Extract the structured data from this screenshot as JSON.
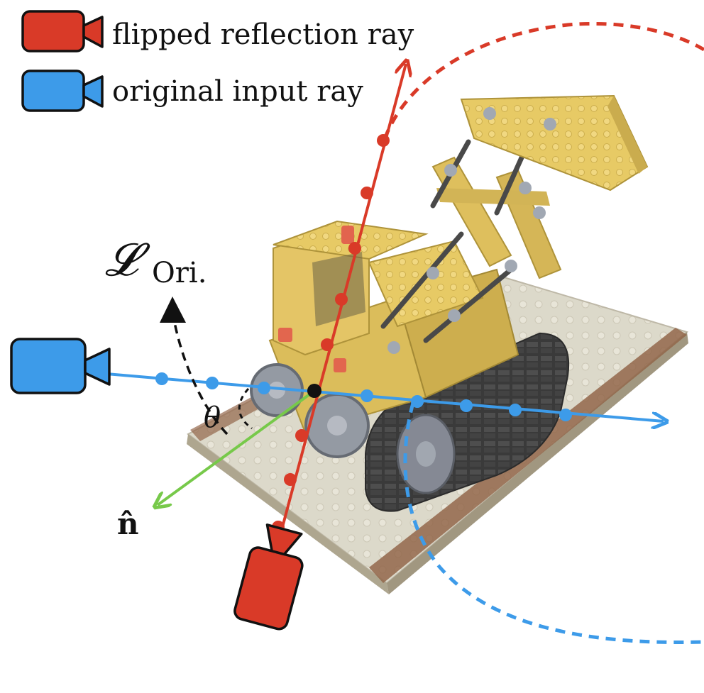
{
  "legend": {
    "reflection_label": "flipped reflection ray",
    "input_label": "original input ray"
  },
  "annotations": {
    "loss_symbol": "𝓛",
    "loss_subscript": "Ori.",
    "angle_symbol": "θ",
    "normal_symbol": "n̂"
  },
  "colors": {
    "reflection_ray": "#d93a28",
    "input_ray": "#3d9be9",
    "normal": "#77c94a",
    "intersection": "#111111",
    "lego_yellow": "#e8c85a",
    "baseplate": "#d7d2c0"
  },
  "icons": {
    "camera_icon": "video-camera-icon"
  }
}
